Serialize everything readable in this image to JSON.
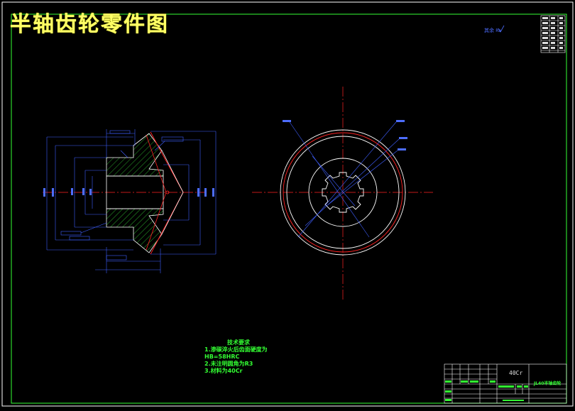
{
  "drawing": {
    "title": "半轴齿轮零件图",
    "roughness_label": "其余",
    "roughness_value": "Ra",
    "material": "40Cr",
    "part_name": "JL40半轴齿轮",
    "tech_requirements": {
      "heading": "技术要求",
      "items": [
        "1.渗碳淬火后齿面硬度为",
        "HB=58HRC",
        "2.未注明圆角为R3",
        "3.材料为40Cr"
      ]
    }
  },
  "colors": {
    "frame": "#33ff33",
    "dimension": "#3f5fff",
    "centerline": "#ff2222",
    "outline": "#ffffff",
    "hatch": "#33cc33",
    "title_text": "#ffff66"
  }
}
